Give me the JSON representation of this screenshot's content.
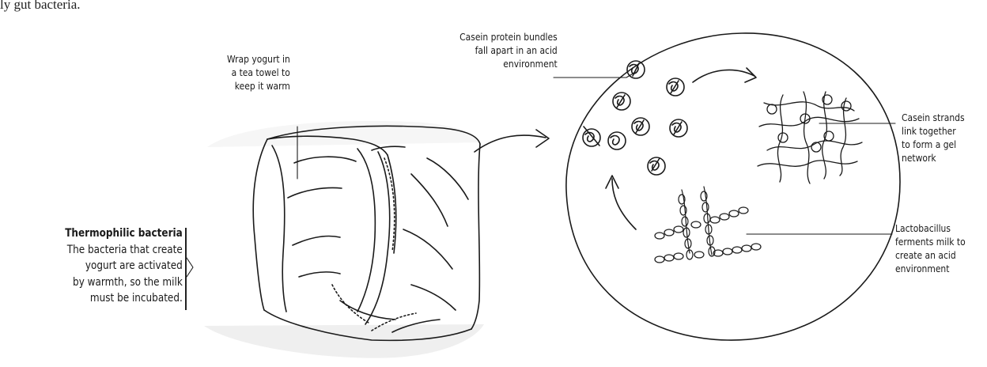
{
  "intro_text": "ly gut bacteria.",
  "labels": {
    "wrap": "Wrap yogurt in\na tea towel to\nkeep it warm",
    "casein_bundles": "Casein protein bundles\nfall apart in an acid\nenvironment",
    "casein_strands": "Casein strands\nlink together\nto form a gel\nnetwork",
    "lactobacillus": "Lactobacillus\nferments milk to\ncreate an acid\nenvironment"
  },
  "side_note": {
    "title": "Thermophilic bacteria",
    "lines": [
      "The bacteria that create",
      "yogurt are activated",
      "by warmth, so the milk",
      "must be incubated."
    ]
  },
  "colors": {
    "ink": "#1a1a1a",
    "shadow": "#ececec"
  }
}
